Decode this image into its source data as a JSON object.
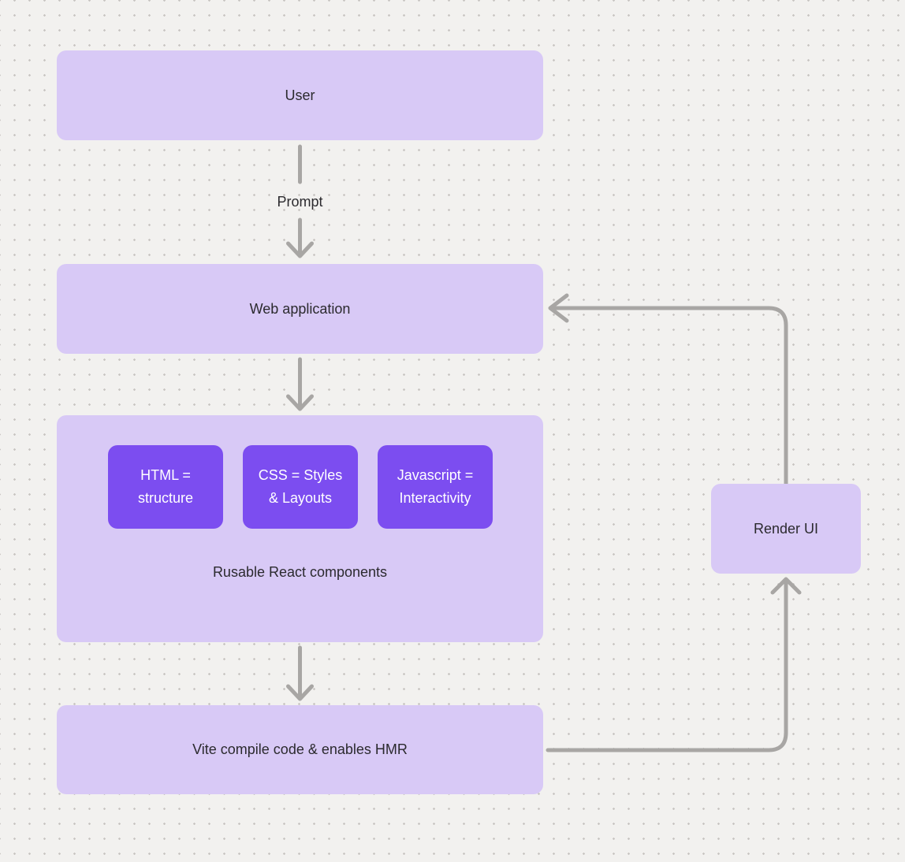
{
  "diagram": {
    "nodes": {
      "user": {
        "label": "User"
      },
      "web_application": {
        "label": "Web application"
      },
      "components": {
        "caption": "Rusable React components",
        "items": [
          {
            "line1": "HTML =",
            "line2": "structure"
          },
          {
            "line1": "CSS = Styles",
            "line2": "& Layouts"
          },
          {
            "line1": "Javascript =",
            "line2": "Interactivity"
          }
        ]
      },
      "vite": {
        "label": "Vite compile code & enables HMR"
      },
      "render_ui": {
        "label": "Render UI"
      }
    },
    "edges": {
      "user_to_web": {
        "label": "Prompt"
      }
    },
    "colors": {
      "canvas_background": "#f2f1ef",
      "grid_dot": "#c9c6c3",
      "node_fill": "#d8c9f6",
      "accent_fill": "#7c4df0",
      "node_text": "#2b2a2e",
      "accent_text": "#ffffff",
      "connector": "#a8a6a4"
    }
  }
}
